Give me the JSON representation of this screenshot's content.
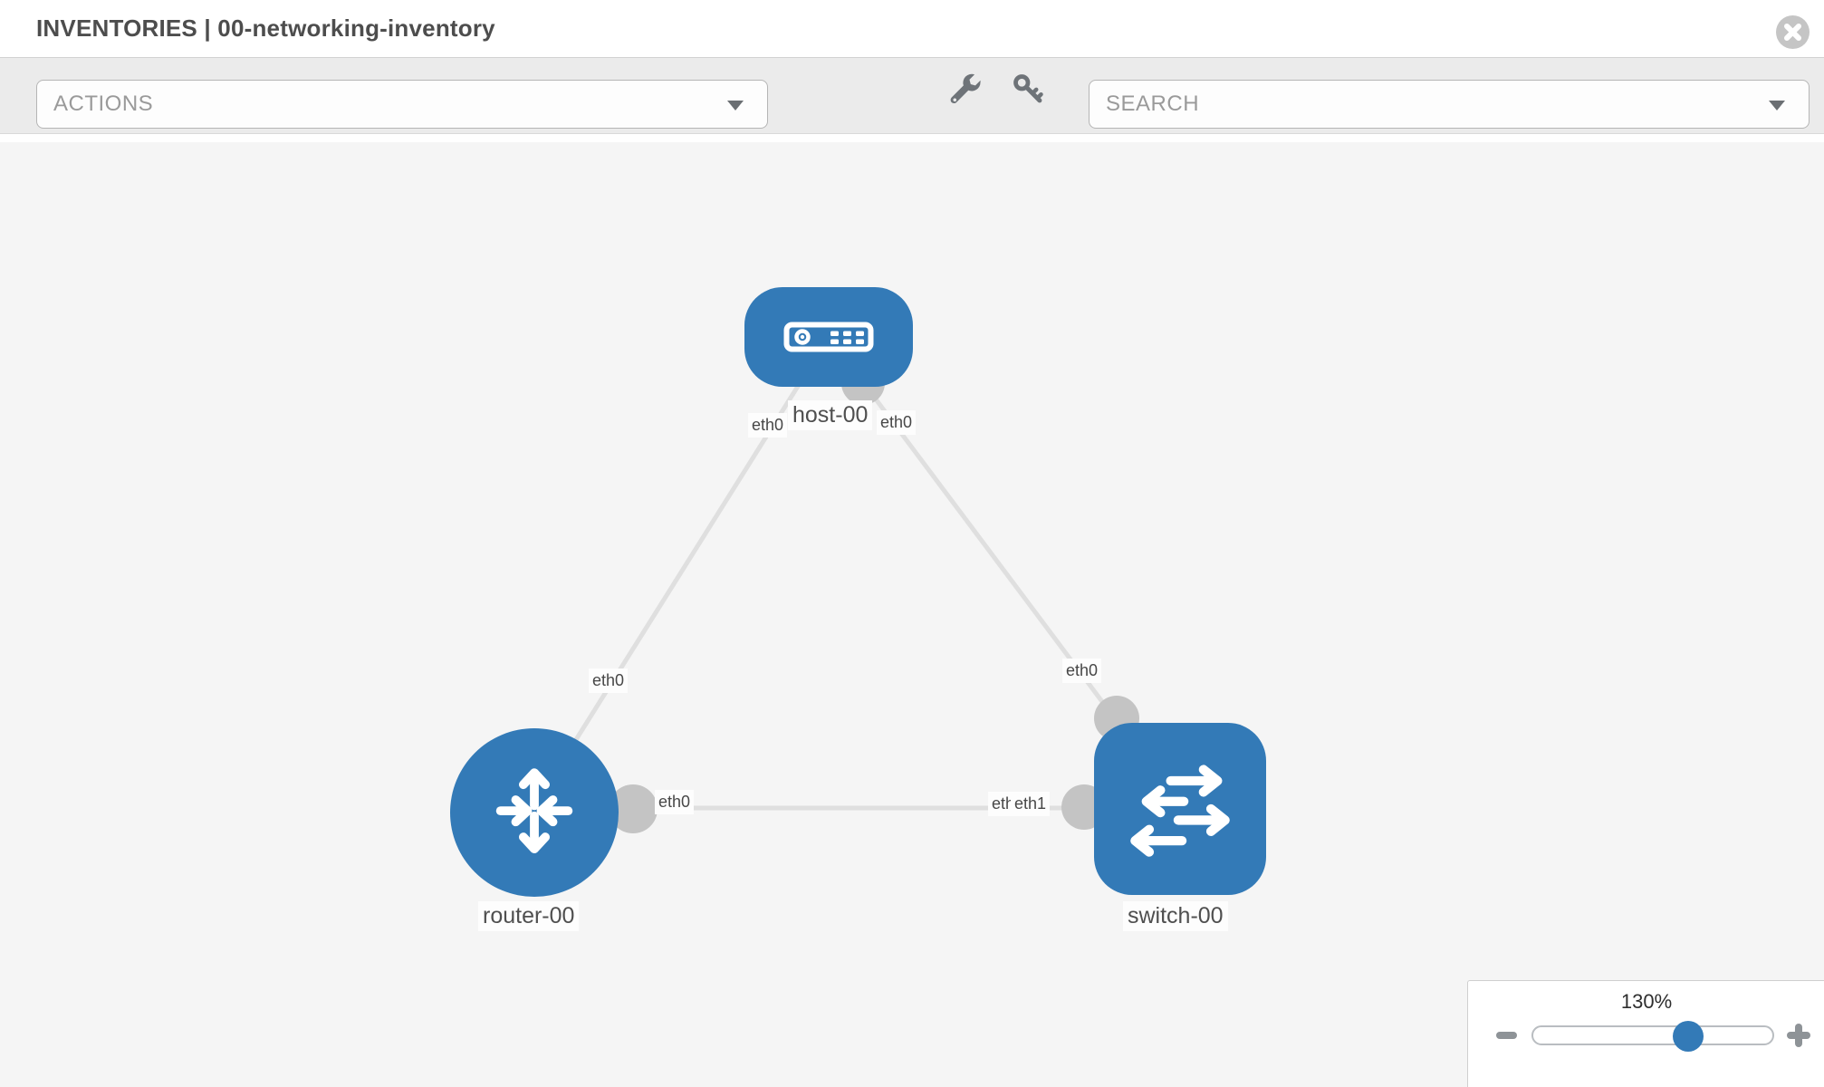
{
  "header": {
    "title": "INVENTORIES | 00-networking-inventory"
  },
  "toolbar": {
    "actions": {
      "placeholder": "ACTIONS"
    },
    "search": {
      "placeholder": "SEARCH"
    },
    "icons": [
      "wrench-icon",
      "key-icon"
    ]
  },
  "topology": {
    "nodes": [
      {
        "id": "host-00",
        "label": "host-00",
        "type": "host",
        "icon": "server-icon"
      },
      {
        "id": "router-00",
        "label": "router-00",
        "type": "router",
        "icon": "router-arrows-icon"
      },
      {
        "id": "switch-00",
        "label": "switch-00",
        "type": "switch",
        "icon": "switch-arrows-icon"
      }
    ],
    "links": [
      {
        "from": "host-00",
        "from_iface": "eth0",
        "to": "router-00",
        "to_iface": "eth0"
      },
      {
        "from": "host-00",
        "from_iface": "eth0",
        "to": "switch-00",
        "to_iface": "eth0"
      },
      {
        "from": "router-00",
        "from_iface": "eth0",
        "to": "switch-00",
        "to_iface": "eth1"
      }
    ],
    "overlap": {
      "under": "eth0"
    }
  },
  "zoom_control": {
    "value": "130%",
    "zoom_out": "minus-icon",
    "zoom_in": "plus-icon"
  },
  "colors": {
    "node_blue": "#337ab7",
    "connector_gray": "#c4c4c4",
    "link_gray": "#dfdfdf",
    "canvas_bg": "#f5f5f5",
    "toolbar_bg": "#ebebeb"
  }
}
